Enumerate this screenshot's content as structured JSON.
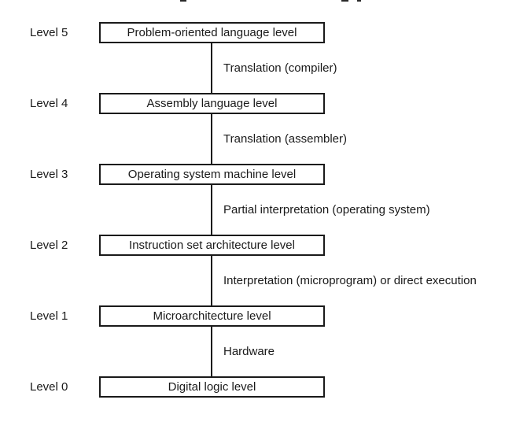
{
  "diagram": {
    "colors": {
      "ink": "#1a1a1a",
      "background": "#ffffff"
    },
    "levels": [
      {
        "level_label": "Level 5",
        "box_label": "Problem-oriented language level"
      },
      {
        "level_label": "Level 4",
        "box_label": "Assembly language level"
      },
      {
        "level_label": "Level 3",
        "box_label": "Operating system machine level"
      },
      {
        "level_label": "Level 2",
        "box_label": "Instruction set architecture level"
      },
      {
        "level_label": "Level 1",
        "box_label": "Microarchitecture level"
      },
      {
        "level_label": "Level 0",
        "box_label": "Digital logic level"
      }
    ],
    "edges": [
      {
        "label": "Translation (compiler)"
      },
      {
        "label": "Translation (assembler)"
      },
      {
        "label": "Partial interpretation (operating system)"
      },
      {
        "label": "Interpretation (microprogram) or direct execution"
      },
      {
        "label": "Hardware"
      }
    ]
  }
}
